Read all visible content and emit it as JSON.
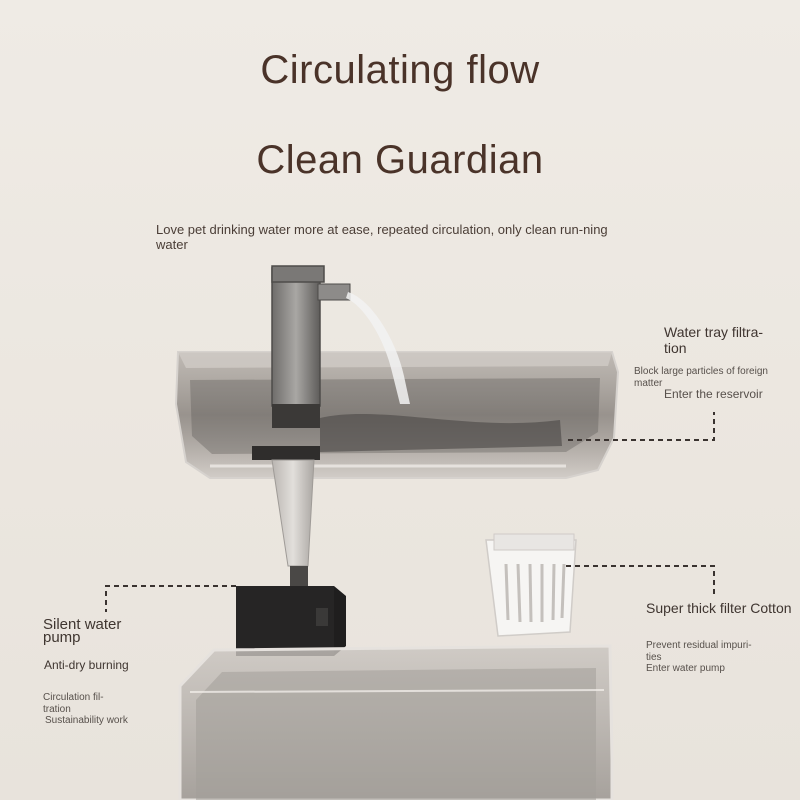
{
  "headline": {
    "line1": "Circulating flow",
    "line2": "Clean Guardian"
  },
  "intro": "Love pet drinking water more at ease, repeated circulation, only clean run-ning water",
  "callouts": {
    "tray": {
      "title": "Water tray filtra-tion",
      "desc1": "Block large particles of foreign matter",
      "desc2": "Enter the reservoir"
    },
    "filter": {
      "title": "Super thick filter Cotton",
      "desc1": "Prevent residual impuri-ties",
      "desc2": "Enter water pump"
    },
    "pump": {
      "title": "Silent water pump",
      "desc1": "Anti-dry burning",
      "desc2": "Circulation fil-tration",
      "desc3": "Sustainability work"
    }
  },
  "colors": {
    "background": "#ece8e2",
    "heading": "#4a3329",
    "leader_line": "#3a3330"
  }
}
